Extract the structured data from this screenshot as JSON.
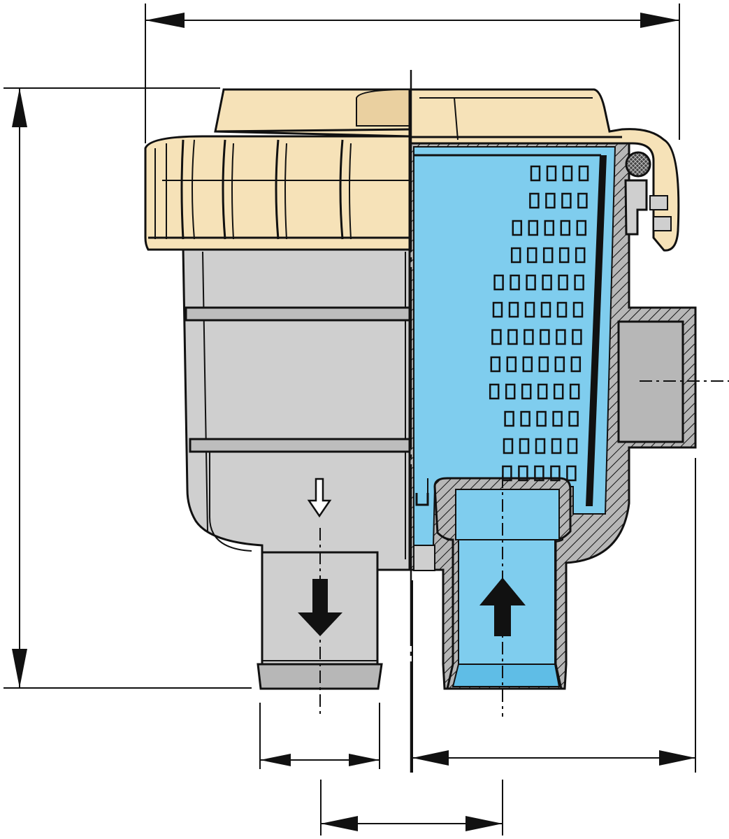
{
  "colors": {
    "background": "#ffffff",
    "line": "#111111",
    "lid": "#f6e2b8",
    "lid_shade": "#ead0a0",
    "housing": "#cfcfcf",
    "housing_dark": "#b7b7b7",
    "water": "#7fcdee",
    "water_deep": "#5fbde6"
  },
  "parts": {
    "lid": "screw-cap",
    "bowl": "transparent-housing",
    "strainer": "perforated-basket",
    "seal": "o-ring",
    "inlet": "hose-inlet-up",
    "outlet": "hose-outlet-down",
    "side_port": "side-boss"
  },
  "flow": {
    "inlet_direction": "up",
    "outlet_direction": "down"
  }
}
